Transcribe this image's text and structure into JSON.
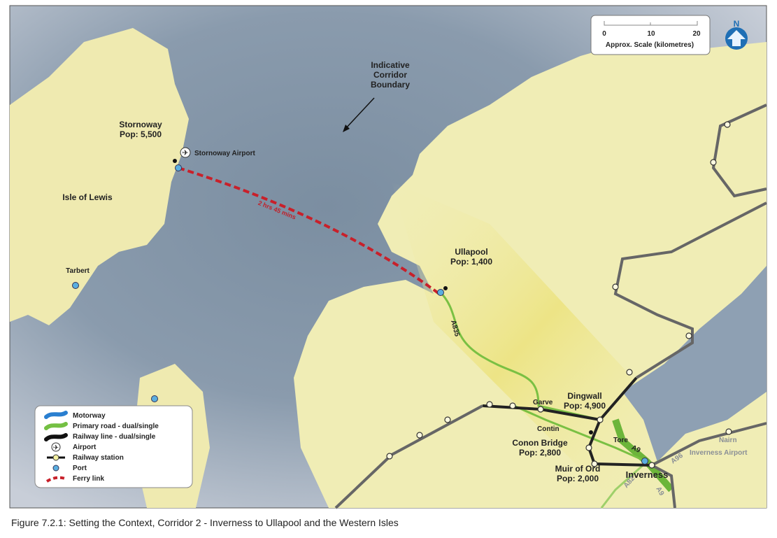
{
  "figure_caption": "Figure 7.2.1: Setting the Context, Corridor 2 - Inverness to Ullapool and the Western Isles",
  "places": {
    "stornoway": {
      "name": "Stornoway",
      "pop": "Pop: 5,500"
    },
    "stornoway_airport": "Stornoway Airport",
    "isle_of_lewis": "Isle of Lewis",
    "tarbert": "Tarbert",
    "ullapool": {
      "name": "Ullapool",
      "pop": "Pop: 1,400"
    },
    "garve": "Garve",
    "dingwall": {
      "name": "Dingwall",
      "pop": "Pop: 4,900"
    },
    "contin": "Contin",
    "conon_bridge": {
      "name": "Conon Bridge",
      "pop": "Pop: 2,800"
    },
    "muir_of_ord": {
      "name": "Muir of Ord",
      "pop": "Pop: 2,000"
    },
    "tore": "Tore",
    "inverness": "Inverness",
    "nairn": "Nairn",
    "inverness_airport": "Inverness Airport"
  },
  "roads": {
    "a835": "A835",
    "a9": "A9",
    "a9b": "A9",
    "a96": "A96",
    "a82": "A82"
  },
  "ferry_duration": "2 hrs 45 mins",
  "corridor_annotation": [
    "Indicative",
    "Corridor",
    "Boundary"
  ],
  "scale": {
    "ticks": [
      "0",
      "10",
      "20"
    ],
    "label": "Approx. Scale (kilometres)"
  },
  "north_label": "N",
  "legend": [
    {
      "icon": "motorway-icon",
      "label": "Motorway"
    },
    {
      "icon": "primary-road-icon",
      "label": "Primary road - dual/single"
    },
    {
      "icon": "railway-line-icon",
      "label": "Railway line - dual/single"
    },
    {
      "icon": "airport-icon",
      "label": "Airport"
    },
    {
      "icon": "railway-station-icon",
      "label": "Railway station"
    },
    {
      "icon": "port-icon",
      "label": "Port"
    },
    {
      "icon": "ferry-link-icon",
      "label": "Ferry link"
    }
  ],
  "colors": {
    "land": "#f1eeb4",
    "sea": "#8194a6",
    "sea_light": "#c9cfd8",
    "road": "#7ac043",
    "rail": "#222222",
    "ferry": "#c8202a",
    "port": "#5aaee0",
    "north": "#1f6fb5"
  }
}
